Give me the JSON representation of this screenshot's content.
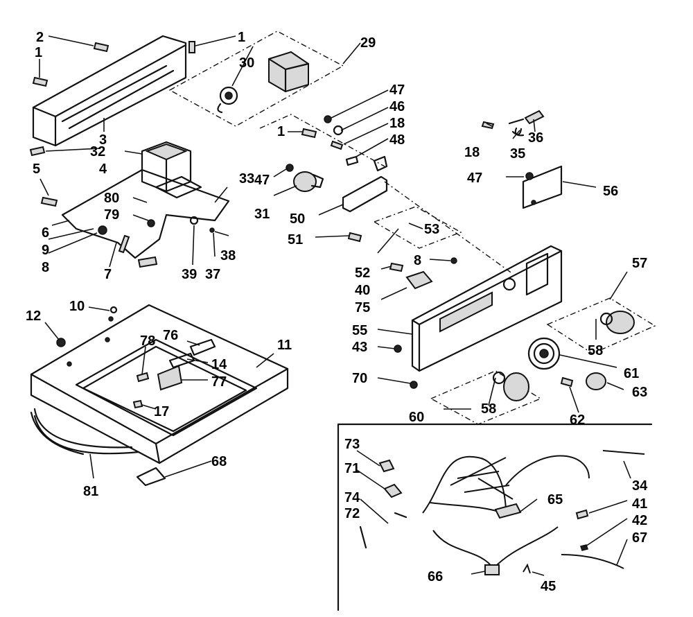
{
  "diagram": {
    "callouts": [
      {
        "id": "c1a",
        "label": "1"
      },
      {
        "id": "c1b",
        "label": "1"
      },
      {
        "id": "c1c",
        "label": "1"
      },
      {
        "id": "c2",
        "label": "2"
      },
      {
        "id": "c3",
        "label": "3"
      },
      {
        "id": "c4",
        "label": "4"
      },
      {
        "id": "c5",
        "label": "5"
      },
      {
        "id": "c6",
        "label": "6"
      },
      {
        "id": "c7",
        "label": "7"
      },
      {
        "id": "c8a",
        "label": "8"
      },
      {
        "id": "c8b",
        "label": "8"
      },
      {
        "id": "c9",
        "label": "9"
      },
      {
        "id": "c10",
        "label": "10"
      },
      {
        "id": "c11",
        "label": "11"
      },
      {
        "id": "c12",
        "label": "12"
      },
      {
        "id": "c14",
        "label": "14"
      },
      {
        "id": "c17",
        "label": "17"
      },
      {
        "id": "c18a",
        "label": "18"
      },
      {
        "id": "c18b",
        "label": "18"
      },
      {
        "id": "c29",
        "label": "29"
      },
      {
        "id": "c30",
        "label": "30"
      },
      {
        "id": "c31",
        "label": "31"
      },
      {
        "id": "c32",
        "label": "32"
      },
      {
        "id": "c33",
        "label": "33"
      },
      {
        "id": "c34",
        "label": "34"
      },
      {
        "id": "c35",
        "label": "35"
      },
      {
        "id": "c36",
        "label": "36"
      },
      {
        "id": "c37",
        "label": "37"
      },
      {
        "id": "c38",
        "label": "38"
      },
      {
        "id": "c39",
        "label": "39"
      },
      {
        "id": "c40",
        "label": "40"
      },
      {
        "id": "c41",
        "label": "41"
      },
      {
        "id": "c42",
        "label": "42"
      },
      {
        "id": "c43",
        "label": "43"
      },
      {
        "id": "c45",
        "label": "45"
      },
      {
        "id": "c46",
        "label": "46"
      },
      {
        "id": "c47a",
        "label": "47"
      },
      {
        "id": "c47b",
        "label": "47"
      },
      {
        "id": "c47c",
        "label": "47"
      },
      {
        "id": "c48",
        "label": "48"
      },
      {
        "id": "c50",
        "label": "50"
      },
      {
        "id": "c51",
        "label": "51"
      },
      {
        "id": "c52",
        "label": "52"
      },
      {
        "id": "c53",
        "label": "53"
      },
      {
        "id": "c55",
        "label": "55"
      },
      {
        "id": "c56",
        "label": "56"
      },
      {
        "id": "c57",
        "label": "57"
      },
      {
        "id": "c58a",
        "label": "58"
      },
      {
        "id": "c58b",
        "label": "58"
      },
      {
        "id": "c60",
        "label": "60"
      },
      {
        "id": "c61",
        "label": "61"
      },
      {
        "id": "c62",
        "label": "62"
      },
      {
        "id": "c63",
        "label": "63"
      },
      {
        "id": "c65",
        "label": "65"
      },
      {
        "id": "c66",
        "label": "66"
      },
      {
        "id": "c67",
        "label": "67"
      },
      {
        "id": "c68",
        "label": "68"
      },
      {
        "id": "c70",
        "label": "70"
      },
      {
        "id": "c71",
        "label": "71"
      },
      {
        "id": "c72",
        "label": "72"
      },
      {
        "id": "c73",
        "label": "73"
      },
      {
        "id": "c74",
        "label": "74"
      },
      {
        "id": "c75",
        "label": "75"
      },
      {
        "id": "c76",
        "label": "76"
      },
      {
        "id": "c77",
        "label": "77"
      },
      {
        "id": "c78",
        "label": "78"
      },
      {
        "id": "c79",
        "label": "79"
      },
      {
        "id": "c80",
        "label": "80"
      },
      {
        "id": "c81",
        "label": "81"
      }
    ]
  }
}
